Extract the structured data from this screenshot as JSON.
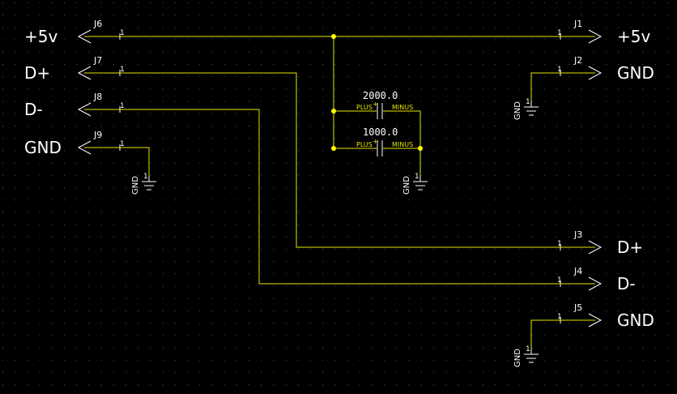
{
  "colors": {
    "background": "#000000",
    "wire": "#e6e600",
    "text": "#ffffff",
    "grid": "#5a5a5a",
    "junction": "#ffff00"
  },
  "left_connectors": [
    {
      "ref": "J6",
      "pin": "1",
      "net": "+5v"
    },
    {
      "ref": "J7",
      "pin": "1",
      "net": "D+"
    },
    {
      "ref": "J8",
      "pin": "1",
      "net": "D-"
    },
    {
      "ref": "J9",
      "pin": "1",
      "net": "GND"
    }
  ],
  "right_connectors": [
    {
      "ref": "J1",
      "pin": "1",
      "net": "+5v"
    },
    {
      "ref": "J2",
      "pin": "1",
      "net": "GND"
    },
    {
      "ref": "J3",
      "pin": "1",
      "net": "D+"
    },
    {
      "ref": "J4",
      "pin": "1",
      "net": "D-"
    },
    {
      "ref": "J5",
      "pin": "1",
      "net": "GND"
    }
  ],
  "capacitors": [
    {
      "value": "2000.0",
      "plus_label": "PLUS",
      "minus_label": "MINUS",
      "plus_sign": "+"
    },
    {
      "value": "1000.0",
      "plus_label": "PLUS",
      "minus_label": "MINUS",
      "plus_sign": "+"
    }
  ],
  "ground_label": "GND"
}
